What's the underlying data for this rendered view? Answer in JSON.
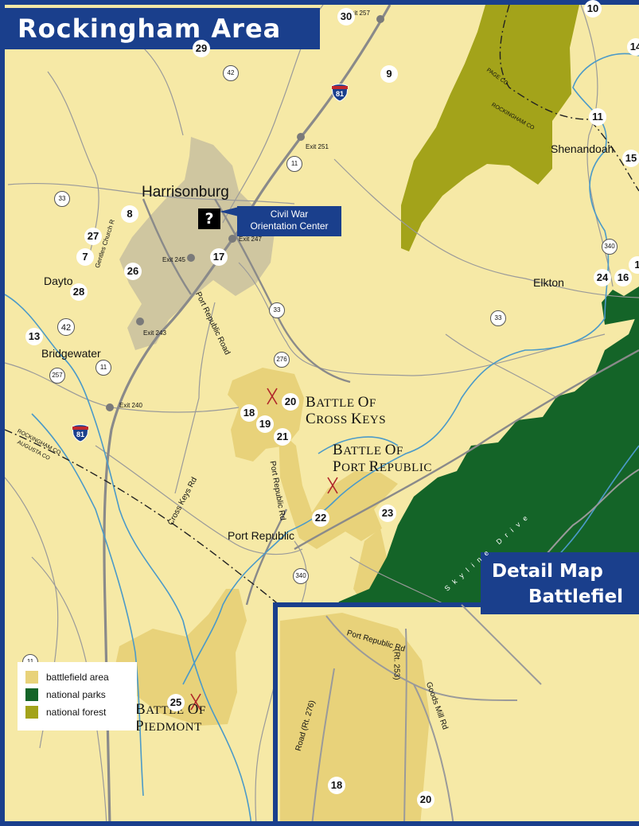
{
  "title": "Rockingham Area",
  "detail_title": {
    "line1": "Detail Map",
    "line2": "Battlefiel"
  },
  "colors": {
    "background": "#f6e9a6",
    "frame": "#1a3f8c",
    "battlefield": "#e8d27a",
    "national_park": "#146428",
    "national_forest": "#a3a31a",
    "urban": "#cfc6a0",
    "road": "#9a9a9a",
    "river": "#4b9ac8"
  },
  "towns": {
    "harrisonburg": "Harrisonburg",
    "bridgewater": "Bridgewater",
    "dayton": "Dayto",
    "port_republic": "Port Republic",
    "elkton": "Elkton",
    "shenandoah": "Shenandoah"
  },
  "callout": {
    "line1": "Civil War",
    "line2": "Orientation Center"
  },
  "question_icon": "?",
  "battles": {
    "cross_keys": {
      "line1": "BATTLE OF",
      "line2": "CROSS KEYS"
    },
    "port_republic": {
      "line1": "BATTLE OF",
      "line2": "PORT REPUBLIC"
    },
    "piedmont": {
      "line1": "BATTLE OF",
      "line2": "PIEDMONT"
    }
  },
  "roads": {
    "port_republic_road": "Port Republic Road",
    "port_republic_rd": "Port Republic Rd",
    "cross_keys_rd": "Cross Keys Rd",
    "gentles_church": "Gentles Church R",
    "skyline_drive": "Skyline Drive"
  },
  "detail_roads": {
    "port_republic_rd": "Port Republic Rd",
    "rt253": "(Rt. 253)",
    "goods_mill": "Goods Mill Rd",
    "rt276": "Road (Rt. 276)"
  },
  "exits": [
    "Exit 257",
    "Exit 251",
    "Exit 247",
    "Exit 245",
    "Exit 243",
    "Exit 240"
  ],
  "counties": {
    "page": "PAGE CO",
    "rockingham_ne": "ROCKINGHAM CO",
    "rockingham_sw": "ROCKINGHAM CO",
    "augusta": "AUGUSTA CO"
  },
  "interstate": "81",
  "route_shields": [
    "42",
    "11",
    "33",
    "11",
    "257",
    "276",
    "33",
    "340",
    "340",
    "33",
    "11",
    "42"
  ],
  "sites": [
    "30",
    "29",
    "9",
    "10",
    "14",
    "11",
    "15",
    "8",
    "27",
    "7",
    "26",
    "17",
    "28",
    "13",
    "24",
    "16",
    "1",
    "20",
    "18",
    "19",
    "21",
    "22",
    "23",
    "25",
    "18",
    "20"
  ],
  "legend": [
    {
      "label": "battlefield area",
      "color": "#e8d27a"
    },
    {
      "label": "national parks",
      "color": "#146428"
    },
    {
      "label": "national forest",
      "color": "#a3a31a"
    }
  ]
}
